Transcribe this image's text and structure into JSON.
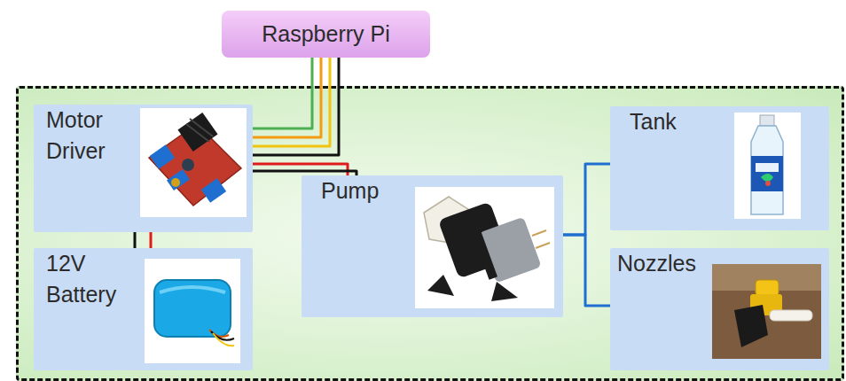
{
  "diagram": {
    "nodes": [
      {
        "text": [
          "Raspberry Pi"
        ]
      },
      {
        "text": [
          "Motor Driver"
        ]
      },
      {
        "text": [
          "12V Battery"
        ]
      },
      {
        "text": [
          "Pump"
        ]
      },
      {
        "text": [
          "Tank"
        ]
      },
      {
        "text": [
          "Nozzles"
        ]
      }
    ],
    "edges": [
      {
        "from": 0,
        "to": 1,
        "arrow": "none"
      },
      {
        "from": 1,
        "to": 2,
        "arrow": "none"
      },
      {
        "from": 1,
        "to": 3,
        "arrow": "none"
      },
      {
        "from": 3,
        "to": 4,
        "arrow": "none"
      },
      {
        "from": 3,
        "to": 5,
        "arrow": "none"
      }
    ]
  }
}
